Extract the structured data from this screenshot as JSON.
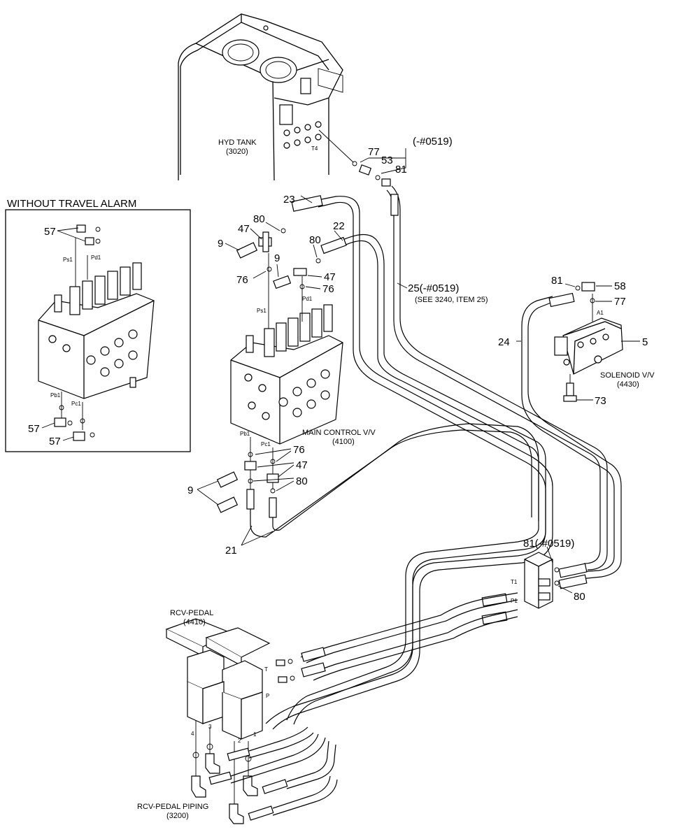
{
  "components": {
    "hyd_tank": [
      "HYD TANK",
      "(3020)"
    ],
    "main_cv": [
      "MAIN CONTROL V/V",
      "(4100)"
    ],
    "solenoid": [
      "SOLENOID V/V",
      "(4430)"
    ],
    "rcv_pedal": [
      "RCV-PEDAL",
      "(4410)"
    ],
    "rcv_piping": [
      "RCV-PEDAL PIPING",
      "(3200)"
    ]
  },
  "inset_title": "WITHOUT TRAVEL ALARM",
  "hose25_note": "(SEE 3240, ITEM 25)",
  "callouts": {
    "c77_top": "77",
    "c53": "53",
    "c0519_top": "(-#0519)",
    "c81_top": "81",
    "c23": "23",
    "c80_a": "80",
    "c47_a": "47",
    "c9_a": "9",
    "c22": "22",
    "c80_b": "80",
    "c9_b": "9",
    "c47_b": "47",
    "c76_a": "76",
    "c76_b": "76",
    "c25": "25(-#0519)",
    "c81_sol": "81",
    "c58": "58",
    "c77_sol": "77",
    "c24": "24",
    "c5": "5",
    "c73": "73",
    "c57_a": "57",
    "c57_b": "57",
    "c57_c": "57",
    "c76_c": "76",
    "c47_c": "47",
    "c80_c": "80",
    "c9_c": "9",
    "c21": "21",
    "c81_low": "81(-#0519)",
    "c80_low": "80"
  },
  "ports": {
    "T4": "T4",
    "Ps1": "Ps1",
    "Pd1": "Pd1",
    "Pb1": "Pb1",
    "Pc1": "Pc1",
    "A1": "A1",
    "T1": "T1",
    "P1": "P1",
    "T": "T",
    "P": "P",
    "i_Ps1": "Ps1",
    "i_Pd1": "Pd1",
    "i_Pb1": "Pb1",
    "i_Pc1": "Pc1",
    "n1": "1",
    "n2": "2",
    "n3": "3",
    "n4": "4"
  }
}
